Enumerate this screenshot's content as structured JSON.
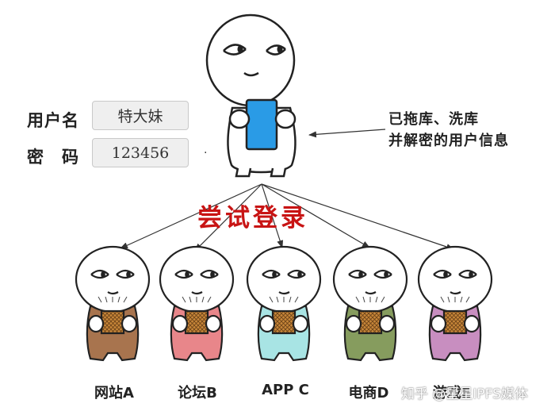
{
  "login_form": {
    "username_label": "用户名",
    "username_value": "特大妹",
    "password_label": "密　码",
    "password_value": "123456"
  },
  "attacker_note": {
    "line1": "已拖库、洗库",
    "line2": "并解密的用户信息"
  },
  "action_label": "尝试登录",
  "targets": [
    {
      "label": "网站A",
      "shirt_color": "#a8744e"
    },
    {
      "label": "论坛B",
      "shirt_color": "#e8868a"
    },
    {
      "label": "APP C",
      "shirt_color": "#a8e4e4"
    },
    {
      "label": "电商D",
      "shirt_color": "#869c5e"
    },
    {
      "label": "游戏E",
      "shirt_color": "#c88ec0"
    }
  ],
  "watermark": "知乎 @星星IPFS媒体",
  "colors": {
    "phone": "#2a9be6",
    "action": "#c81414",
    "box": "#c8873a"
  }
}
